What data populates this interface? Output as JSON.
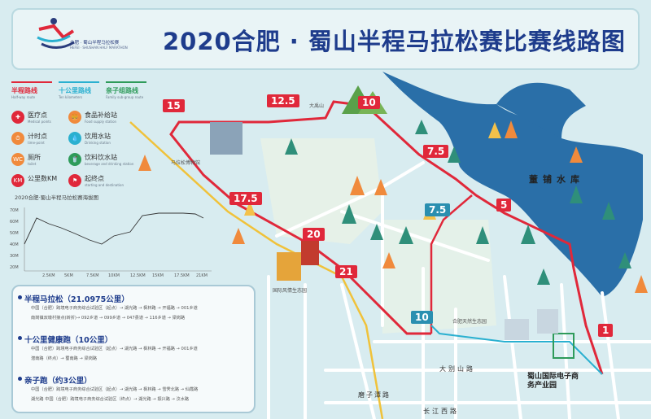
{
  "header": {
    "title": "2020合肥 · 蜀山半程马拉松赛比赛线路图",
    "logo_text": "合肥 · 蜀山半程马拉松赛",
    "logo_subtext": "HEFEI · SHUSHAN HALF MARATHON"
  },
  "legend": {
    "routes": [
      {
        "label": "半程路线",
        "en": "Half-way route",
        "color": "#e0283a"
      },
      {
        "label": "十公里路线",
        "en": "Ten kilometers",
        "color": "#2ab0d0"
      },
      {
        "label": "亲子组路线",
        "en": "Family sub-group route",
        "color": "#2e9b5a"
      }
    ],
    "icons": [
      {
        "label": "医疗点",
        "en": "Medical points",
        "icon": "medical-icon"
      },
      {
        "label": "食品补给站",
        "en": "Food supply station",
        "icon": "food-icon"
      },
      {
        "label": "计时点",
        "en": "time-point",
        "icon": "timer-icon"
      },
      {
        "label": "饮用水站",
        "en": "Drinking station",
        "icon": "water-icon"
      },
      {
        "label": "厕所",
        "en": "toilet",
        "icon": "toilet-icon"
      },
      {
        "label": "饮料饮水站",
        "en": "beverage and drinking station",
        "icon": "beverage-icon"
      },
      {
        "label": "公里数KM",
        "en": "",
        "icon": "km-icon"
      },
      {
        "label": "起终点",
        "en": "starting and destination",
        "icon": "flag-icon"
      }
    ]
  },
  "elevation": {
    "title": "2020合肥·蜀山半程马拉松赛海拔图",
    "y_ticks": [
      "70M",
      "60M",
      "50M",
      "40M",
      "30M",
      "20M"
    ],
    "x_ticks": [
      "2.5KM",
      "5KM",
      "7.5KM",
      "10KM",
      "12.5KM",
      "15KM",
      "17.5KM",
      "21KM"
    ]
  },
  "routes_card": {
    "sections": [
      {
        "heading": "半程马拉松（21.0975公里）",
        "rows": [
          "中国（合肥）跨境电子商务综合试验区（起点）→ 湖光路 → 枫林路 → 开福路 → 001乡道",
          "南岗镇双墩村接点(转折)→ 092乡道 → 099乡道 → 047县道 → 116乡道 → 梁岗路"
        ]
      },
      {
        "heading": "十公里健康跑（10公里）",
        "rows": [
          "中国（合肥）跨境电子商务综合试验区（起点）→ 湖光路 → 枫林路 → 开福路 → 001乡道",
          "潜南路（终点）→ 蜀南路 → 梁岗路"
        ]
      },
      {
        "heading": "亲子跑（约3公里）",
        "rows": [
          "中国（合肥）跨境电子商务综合试验区（起点）→ 湖光路 → 枫林路 → 雪霁北路 → 仙霞路",
          "湖光路 中国（合肥）跨境电子商务综合试验区（终点）→ 湖光路 → 振兴路 → 汶水路"
        ]
      }
    ]
  },
  "km_markers": [
    {
      "label": "15"
    },
    {
      "label": "12.5"
    },
    {
      "label": "10"
    },
    {
      "label": "7.5"
    },
    {
      "label": "5"
    },
    {
      "label": "17.5"
    },
    {
      "label": "20"
    },
    {
      "label": "21"
    },
    {
      "label": "7.5"
    },
    {
      "label": "10"
    },
    {
      "label": "1"
    }
  ],
  "places": {
    "reservoir": "董铺水库",
    "shushan_park": "蜀山国际电子商务产业园",
    "huiyuan": "国际风情生态园",
    "dabie": "大别山路",
    "changjiang": "长江西路",
    "mozi": "磨子潭路",
    "dayu": "大禹山",
    "heyi": "合肥天然生态园",
    "qinghe": "马拉松博物馆"
  }
}
